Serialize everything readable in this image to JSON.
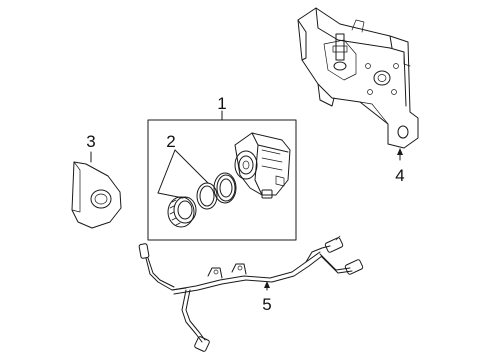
{
  "callouts": {
    "c1": "1",
    "c2": "2",
    "c3": "3",
    "c4": "4",
    "c5": "5"
  },
  "colors": {
    "line": "#1a1a1a",
    "background": "#ffffff",
    "light_fill": "#f4f4f4"
  }
}
